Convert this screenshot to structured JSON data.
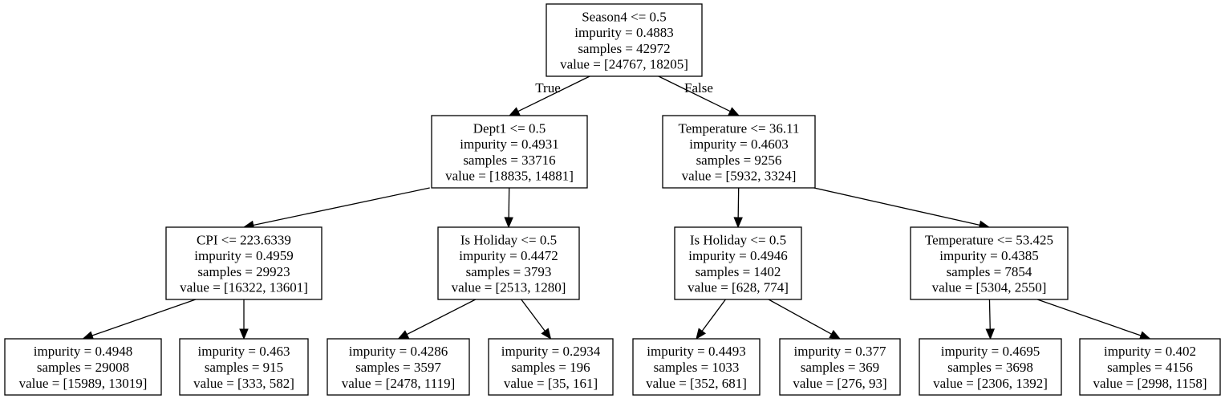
{
  "nodes": [
    {
      "id": "n0",
      "lines": [
        "Season4 <= 0.5",
        "impurity = 0.4883",
        "samples = 42972",
        "value = [24767, 18205]"
      ]
    },
    {
      "id": "n1",
      "lines": [
        "Dept1 <= 0.5",
        "impurity = 0.4931",
        "samples = 33716",
        "value = [18835, 14881]"
      ]
    },
    {
      "id": "n2",
      "lines": [
        "Temperature <= 36.11",
        "impurity = 0.4603",
        "samples = 9256",
        "value = [5932, 3324]"
      ]
    },
    {
      "id": "n3",
      "lines": [
        "CPI <= 223.6339",
        "impurity = 0.4959",
        "samples = 29923",
        "value = [16322, 13601]"
      ]
    },
    {
      "id": "n4",
      "lines": [
        "Is Holiday <= 0.5",
        "impurity = 0.4472",
        "samples = 3793",
        "value = [2513, 1280]"
      ]
    },
    {
      "id": "n5",
      "lines": [
        "Is Holiday <= 0.5",
        "impurity = 0.4946",
        "samples = 1402",
        "value = [628, 774]"
      ]
    },
    {
      "id": "n6",
      "lines": [
        "Temperature <= 53.425",
        "impurity = 0.4385",
        "samples = 7854",
        "value = [5304, 2550]"
      ]
    },
    {
      "id": "n7",
      "lines": [
        "impurity = 0.4948",
        "samples = 29008",
        "value = [15989, 13019]"
      ]
    },
    {
      "id": "n8",
      "lines": [
        "impurity = 0.463",
        "samples = 915",
        "value = [333, 582]"
      ]
    },
    {
      "id": "n9",
      "lines": [
        "impurity = 0.4286",
        "samples = 3597",
        "value = [2478, 1119]"
      ]
    },
    {
      "id": "n10",
      "lines": [
        "impurity = 0.2934",
        "samples = 196",
        "value = [35, 161]"
      ]
    },
    {
      "id": "n11",
      "lines": [
        "impurity = 0.4493",
        "samples = 1033",
        "value = [352, 681]"
      ]
    },
    {
      "id": "n12",
      "lines": [
        "impurity = 0.377",
        "samples = 369",
        "value = [276, 93]"
      ]
    },
    {
      "id": "n13",
      "lines": [
        "impurity = 0.4695",
        "samples = 3698",
        "value = [2306, 1392]"
      ]
    },
    {
      "id": "n14",
      "lines": [
        "impurity = 0.402",
        "samples = 4156",
        "value = [2998, 1158]"
      ]
    }
  ],
  "edges": [
    {
      "from": "n0",
      "to": "n1",
      "label": "True"
    },
    {
      "from": "n0",
      "to": "n2",
      "label": "False"
    },
    {
      "from": "n1",
      "to": "n3"
    },
    {
      "from": "n1",
      "to": "n4"
    },
    {
      "from": "n2",
      "to": "n5"
    },
    {
      "from": "n2",
      "to": "n6"
    },
    {
      "from": "n3",
      "to": "n7"
    },
    {
      "from": "n3",
      "to": "n8"
    },
    {
      "from": "n4",
      "to": "n9"
    },
    {
      "from": "n4",
      "to": "n10"
    },
    {
      "from": "n5",
      "to": "n11"
    },
    {
      "from": "n5",
      "to": "n12"
    },
    {
      "from": "n6",
      "to": "n13"
    },
    {
      "from": "n6",
      "to": "n14"
    }
  ]
}
